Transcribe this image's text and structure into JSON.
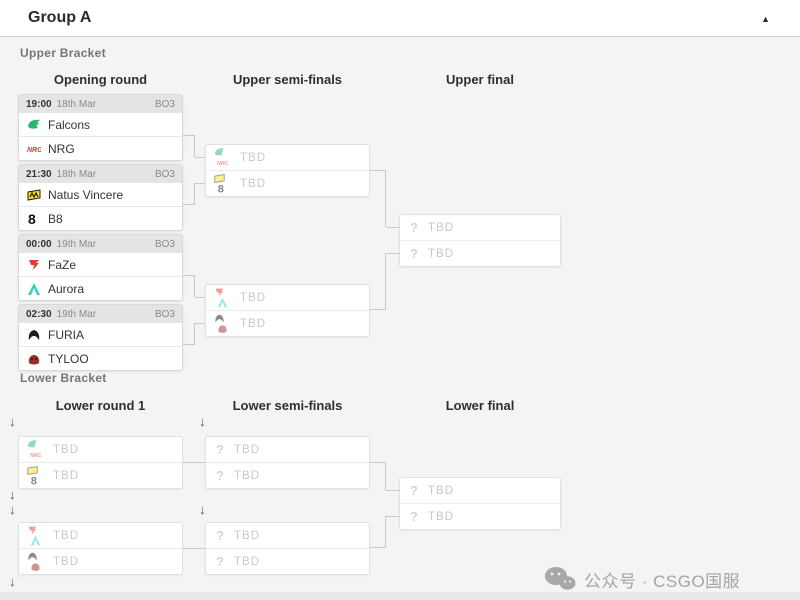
{
  "header": {
    "title": "Group A",
    "collapse_glyph": "▲"
  },
  "placeholder_glyph": "?",
  "upper": {
    "section_label": "Upper Bracket",
    "columns": [
      "Opening round",
      "Upper semi-finals",
      "Upper final"
    ],
    "matches": [
      {
        "time": "19:00",
        "date": "18th Mar",
        "format": "BO3",
        "team1": "Falcons",
        "team2": "NRG",
        "logo1": "falcons-logo",
        "logo2": "nrg-logo"
      },
      {
        "time": "21:30",
        "date": "18th Mar",
        "format": "BO3",
        "team1": "Natus Vincere",
        "team2": "B8",
        "logo1": "navi-logo",
        "logo2": "b8-logo"
      },
      {
        "time": "00:00",
        "date": "19th Mar",
        "format": "BO3",
        "team1": "FaZe",
        "team2": "Aurora",
        "logo1": "faze-logo",
        "logo2": "aurora-logo"
      },
      {
        "time": "02:30",
        "date": "19th Mar",
        "format": "BO3",
        "team1": "FURIA",
        "team2": "TYLOO",
        "logo1": "furia-logo",
        "logo2": "tyloo-logo"
      }
    ],
    "semifinals": [
      {
        "slot1": "TBD",
        "slot2": "TBD"
      },
      {
        "slot1": "TBD",
        "slot2": "TBD"
      }
    ],
    "final": {
      "slot1": "TBD",
      "slot2": "TBD"
    }
  },
  "lower": {
    "section_label": "Lower Bracket",
    "columns": [
      "Lower round 1",
      "Lower semi-finals",
      "Lower final"
    ],
    "drop_glyph": "↓",
    "round1": [
      {
        "slot1": "TBD",
        "slot2": "TBD"
      },
      {
        "slot1": "TBD",
        "slot2": "TBD"
      }
    ],
    "semifinals": [
      {
        "slot1": "TBD",
        "slot2": "TBD"
      },
      {
        "slot1": "TBD",
        "slot2": "TBD"
      }
    ],
    "final": {
      "slot1": "TBD",
      "slot2": "TBD"
    }
  },
  "watermark": {
    "text": "公众号 · CSGO国服",
    "icon": "wechat-icon"
  },
  "colors": {
    "falcons": "#27b768",
    "nrg": "#dd3d2a",
    "navi": "#f6e11b",
    "b8": "#111111",
    "faze": "#e43d30",
    "aurora": "#2cd5b6",
    "furia": "#1c1c1c",
    "tyloo": "#9c3030",
    "tbd_text": "#c8c8c8",
    "connector": "#c9c9c9",
    "header_bg": "#e4e4e4",
    "page_bg": "#f4f4f4"
  }
}
